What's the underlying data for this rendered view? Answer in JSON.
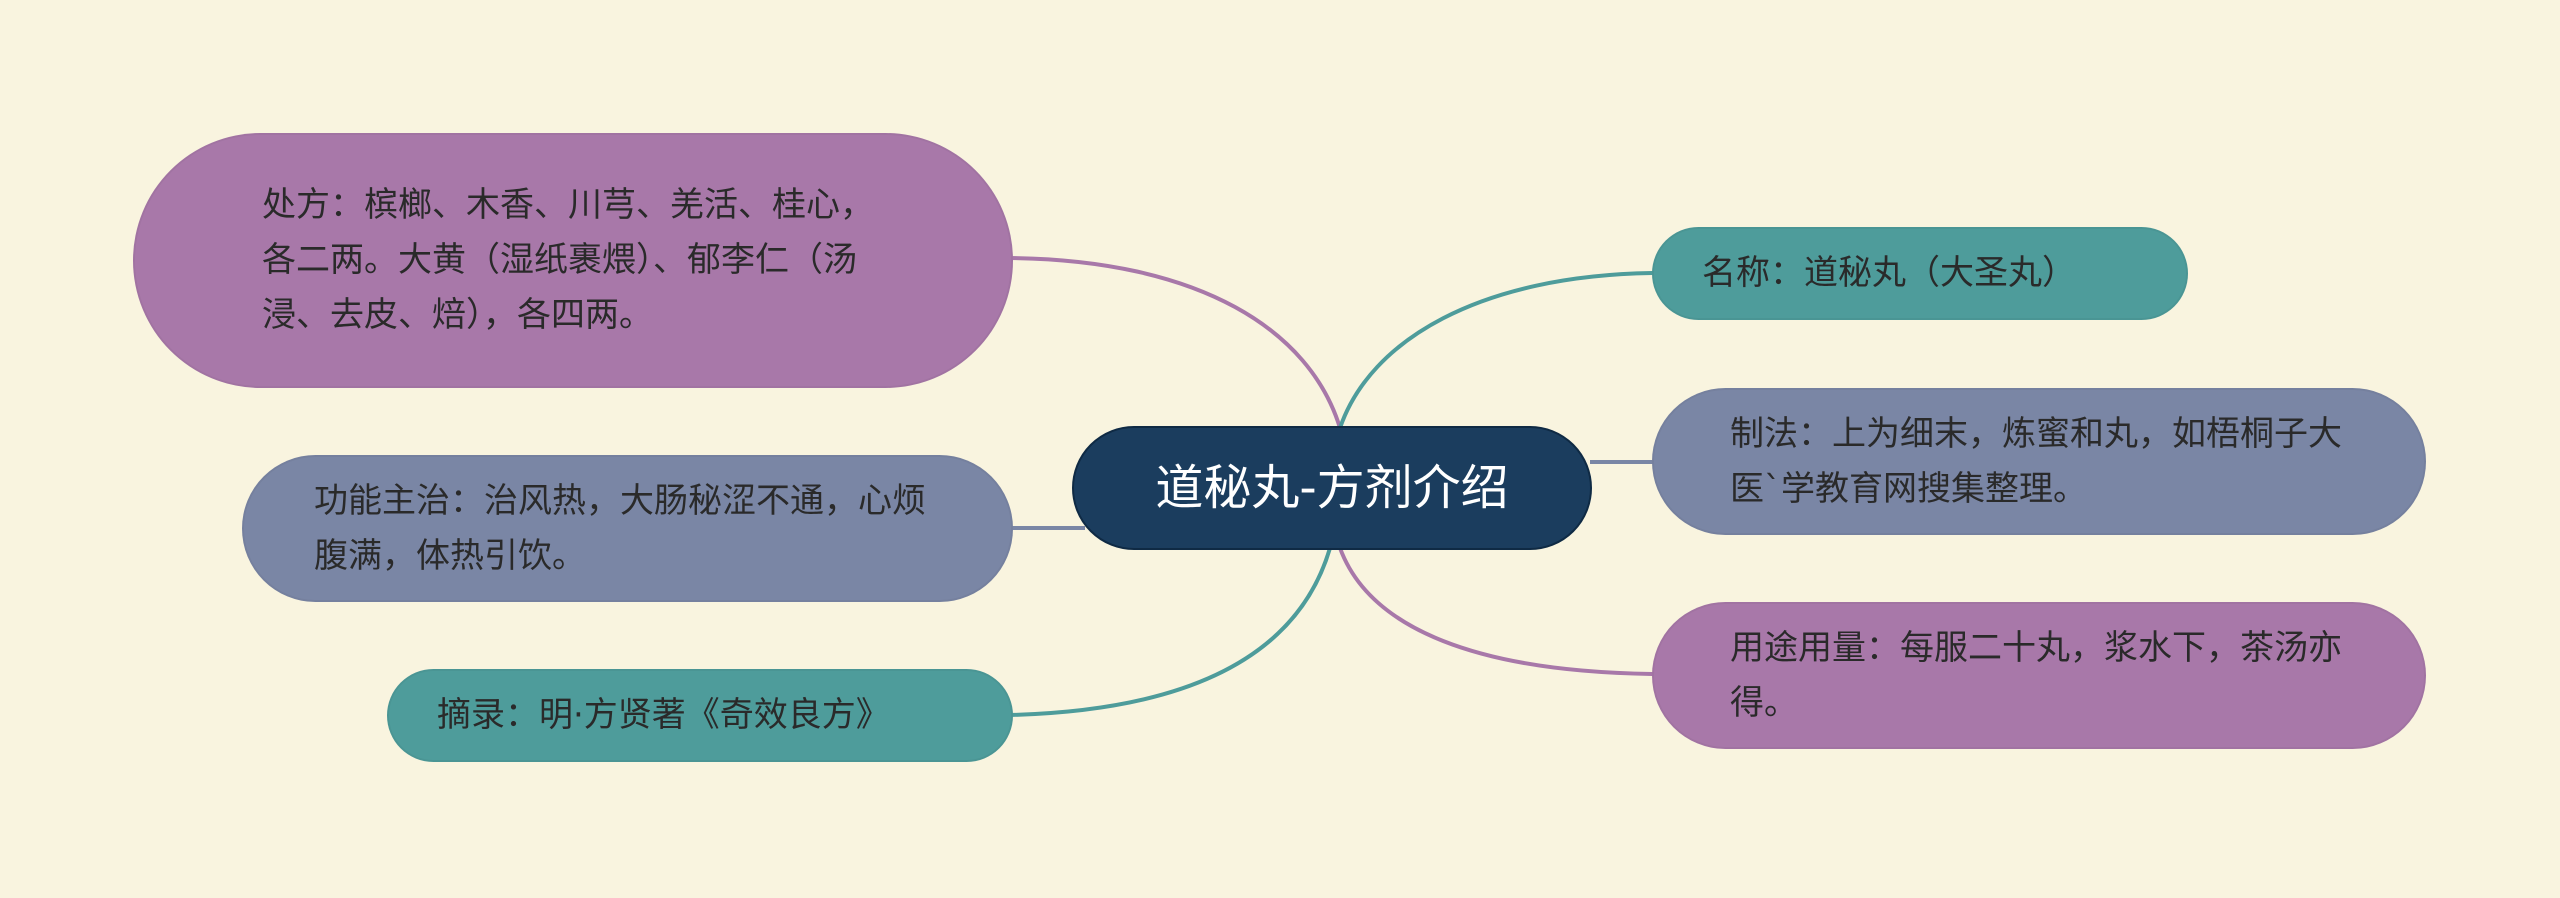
{
  "center": {
    "title": "道秘丸-方剂介绍"
  },
  "nodes": {
    "prescription": "处方：槟榔、木香、川芎、羌活、桂心，各二两。大黄（湿纸裹煨）、郁李仁（汤浸、去皮、焙），各四两。",
    "function": "功能主治：治风热，大肠秘涩不通，心烦腹满，体热引饮。",
    "excerpt": "摘录：明·方贤著《奇效良方》",
    "name": "名称：道秘丸（大圣丸）",
    "method": "制法：上为细末，炼蜜和丸，如梧桐子大医`学教育网搜集整理。",
    "usage": "用途用量：每服二十丸，浆水下，茶汤亦得。"
  },
  "colors": {
    "background": "#f9f4df",
    "center": "#1b3d5e",
    "purple": "#a878a9",
    "slate": "#7a86a5",
    "teal": "#4e9c9b"
  }
}
